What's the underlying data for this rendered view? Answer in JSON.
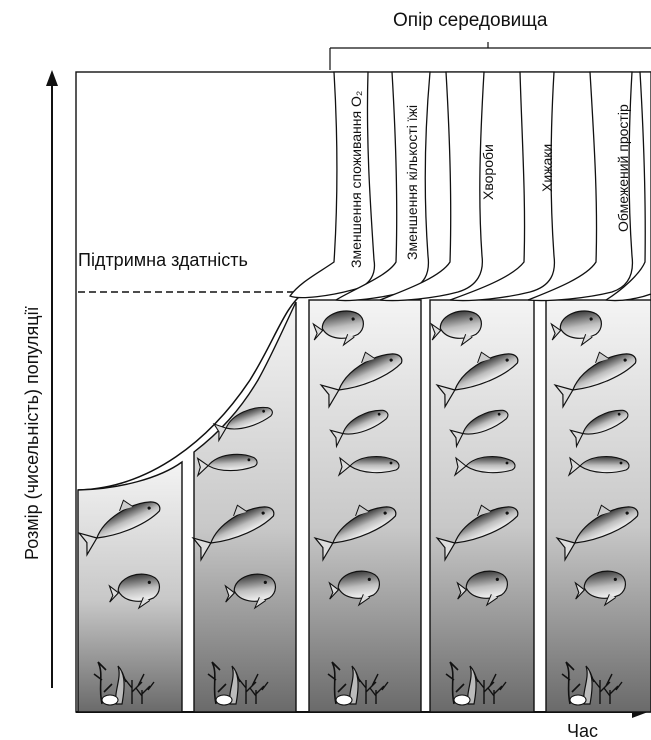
{
  "labels": {
    "title": "Опір середовища",
    "y_axis": "Розмір (чисельність) популяції",
    "x_axis": "Час",
    "capacity": "Підтримна здатність"
  },
  "factors": [
    "Зменшення споживання O₂",
    "Зменшення кількості їжі",
    "Хвороби",
    "Хижаки",
    "Обмежений простір"
  ],
  "colors": {
    "water_top": "#f2f2f2",
    "water_bottom": "#6e6e6e",
    "ink": "#111111"
  }
}
